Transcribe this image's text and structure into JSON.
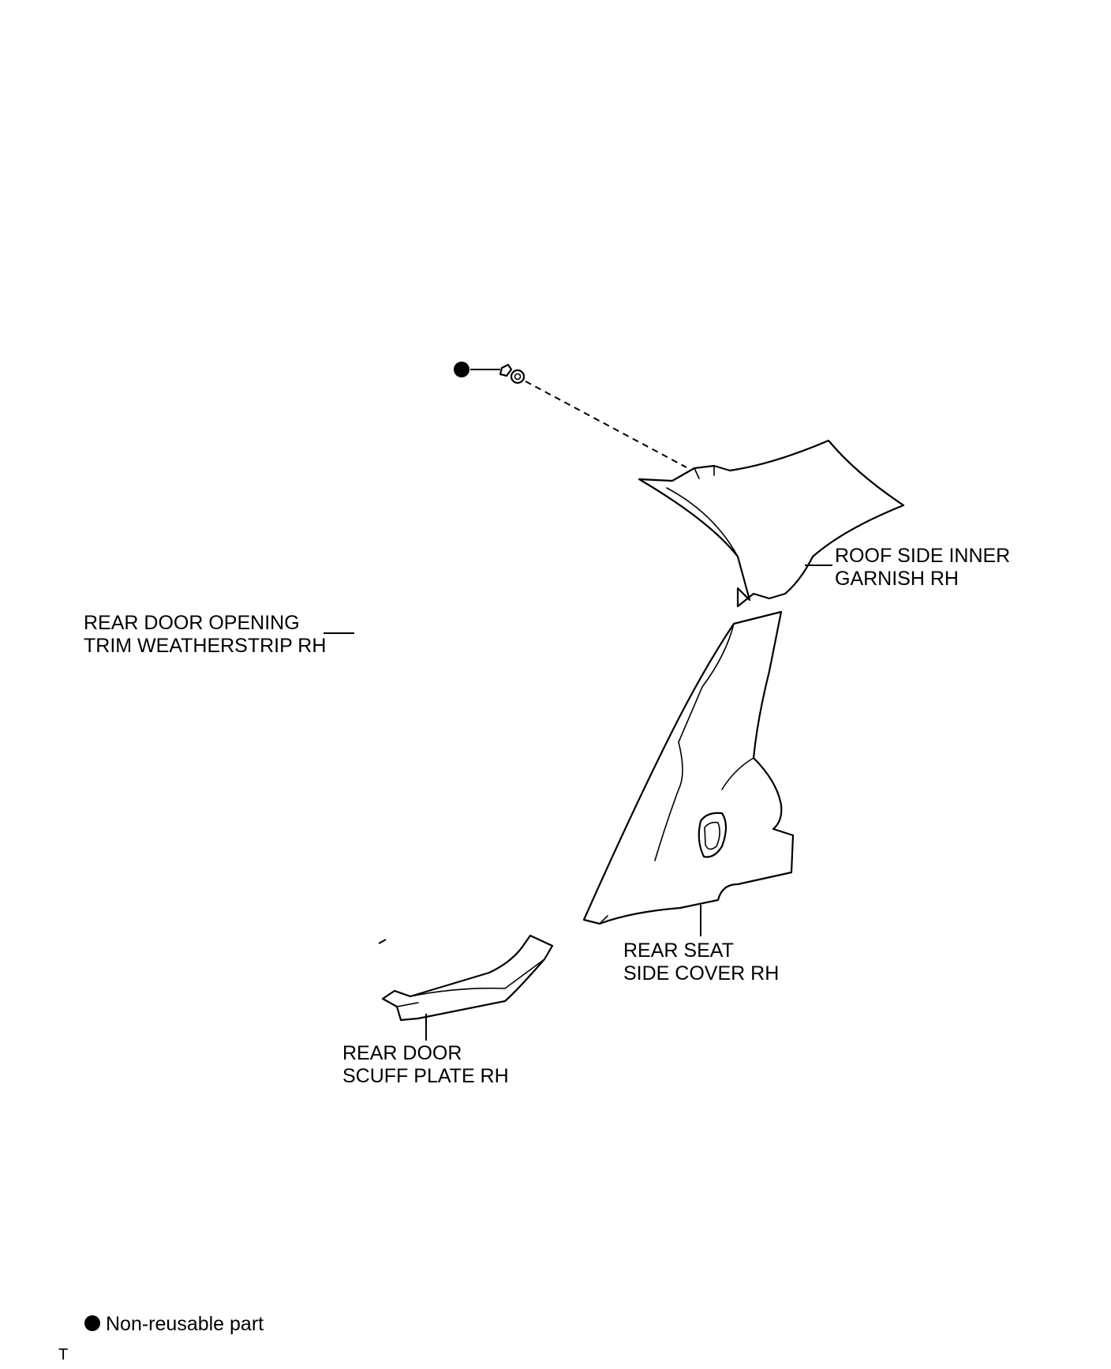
{
  "labels": {
    "roof_garnish": [
      "ROOF SIDE INNER",
      "GARNISH RH"
    ],
    "weatherstrip": [
      "REAR DOOR OPENING",
      "TRIM WEATHERSTRIP RH"
    ],
    "side_cover": [
      "REAR SEAT",
      "SIDE COVER RH"
    ],
    "scuff_plate": [
      "REAR DOOR",
      "SCUFF PLATE RH"
    ]
  },
  "legend": {
    "symbol": "filled-circle",
    "text": "Non-reusable part"
  },
  "footer": {
    "code": "T"
  }
}
